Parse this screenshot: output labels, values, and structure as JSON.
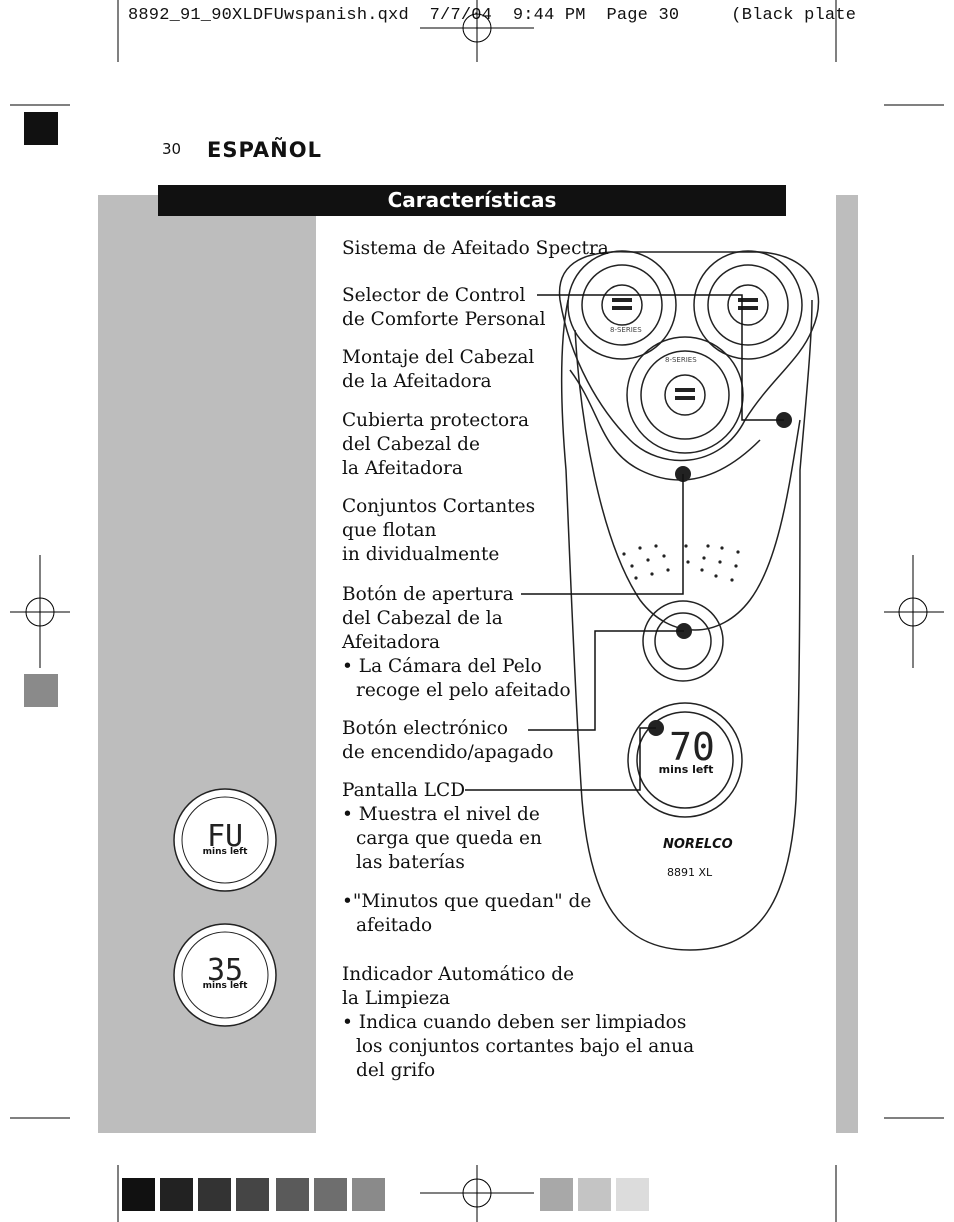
{
  "slug": "8892_91_90XLDFUwspanish.qxd  7/7/04  9:44 PM  Page 30     (Black plate",
  "page_number": "30",
  "language_header": "ESPAÑOL",
  "section_title": "Características",
  "features": [
    {
      "lines": [
        "Sistema de Afeitado Spectra"
      ]
    },
    {
      "lines": [
        "Selector de Control",
        "de Comforte Personal"
      ]
    },
    {
      "lines": [
        "Montaje del Cabezal",
        "de la Afeitadora"
      ]
    },
    {
      "lines": [
        "Cubierta protectora",
        "del Cabezal de",
        "la Afeitadora"
      ]
    },
    {
      "lines": [
        "Conjuntos Cortantes",
        "que flotan",
        "in dividualmente"
      ]
    },
    {
      "lines": [
        "Botón de apertura",
        "del Cabezal de la",
        "Afeitadora",
        "• La Cámara del Pelo",
        "recoge el pelo afeitado"
      ]
    },
    {
      "lines": [
        "Botón electrónico",
        "de encendido/apagado"
      ]
    },
    {
      "lines": [
        "Pantalla LCD",
        "• Muestra el nivel de",
        "carga que queda en",
        "las baterías"
      ]
    },
    {
      "lines": [
        "•\"Minutos que quedan\" de",
        "afeitado"
      ]
    },
    {
      "lines": [
        "Indicador Automático de",
        "la Limpieza",
        "• Indica cuando deben ser limpiados",
        "los conjuntos cortantes bajo el anua",
        "del grifo"
      ]
    }
  ],
  "shaver": {
    "brand": "NORELCO",
    "model": "8891 XL",
    "display_value": "70",
    "display_unit": "mins left",
    "head_label": "8-SERIES"
  },
  "lcd_examples": [
    {
      "value": "FU",
      "unit": "mins left"
    },
    {
      "value": "35",
      "unit": "mins left"
    }
  ],
  "colors": {
    "gray_panel": "#bdbdbd",
    "title_bar": "#111111"
  }
}
